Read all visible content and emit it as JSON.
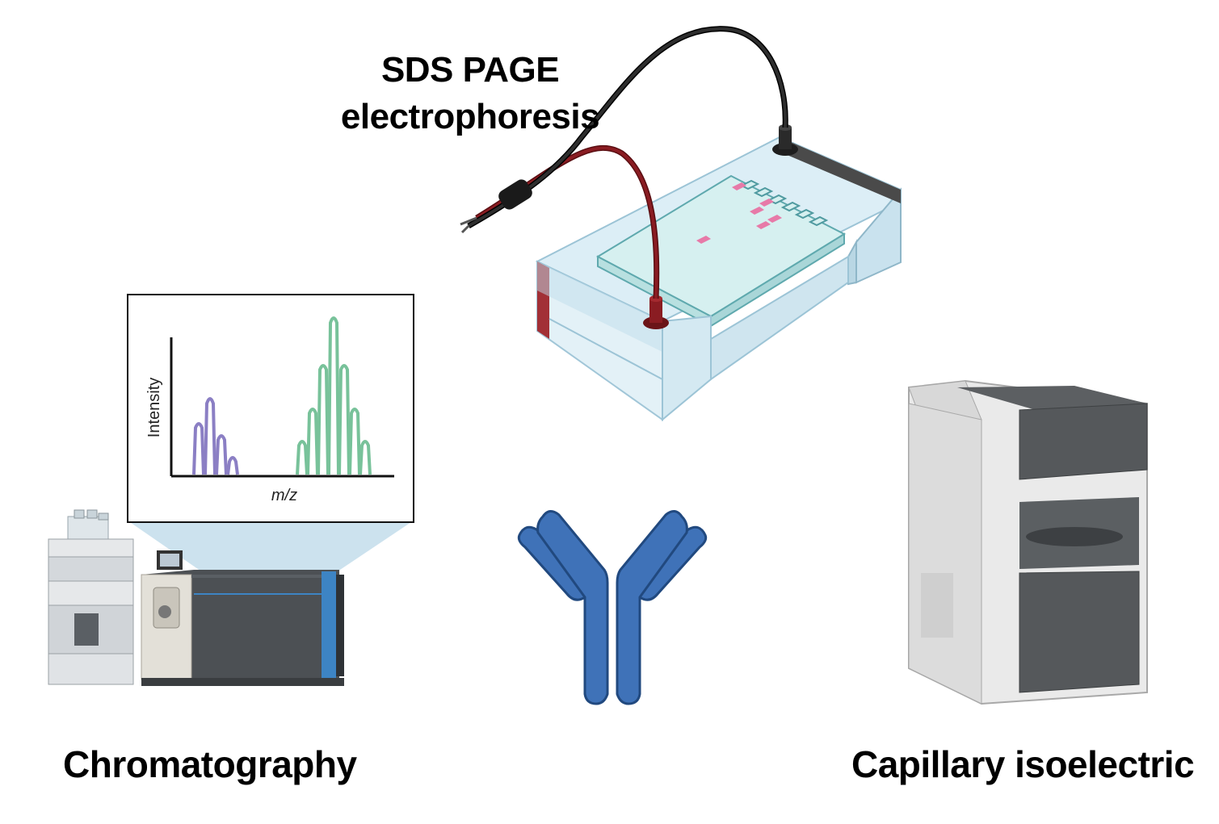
{
  "labels": {
    "sds_line1": "SDS PAGE",
    "sds_line2": "electrophoresis",
    "chromatography": "Chromatography",
    "capillary": "Capillary isoelectric"
  },
  "spectrum": {
    "ylabel": "Intensity",
    "xlabel": "m/z"
  },
  "colors": {
    "antibody": "#3f72b8",
    "peaks_purple": "#8b7fc4",
    "peaks_green": "#78c29a",
    "gel_band": "#e77aa8",
    "red_lead": "#8a1c22",
    "black_lead": "#1e1e1e",
    "tank_water": "#cfe8f2"
  }
}
